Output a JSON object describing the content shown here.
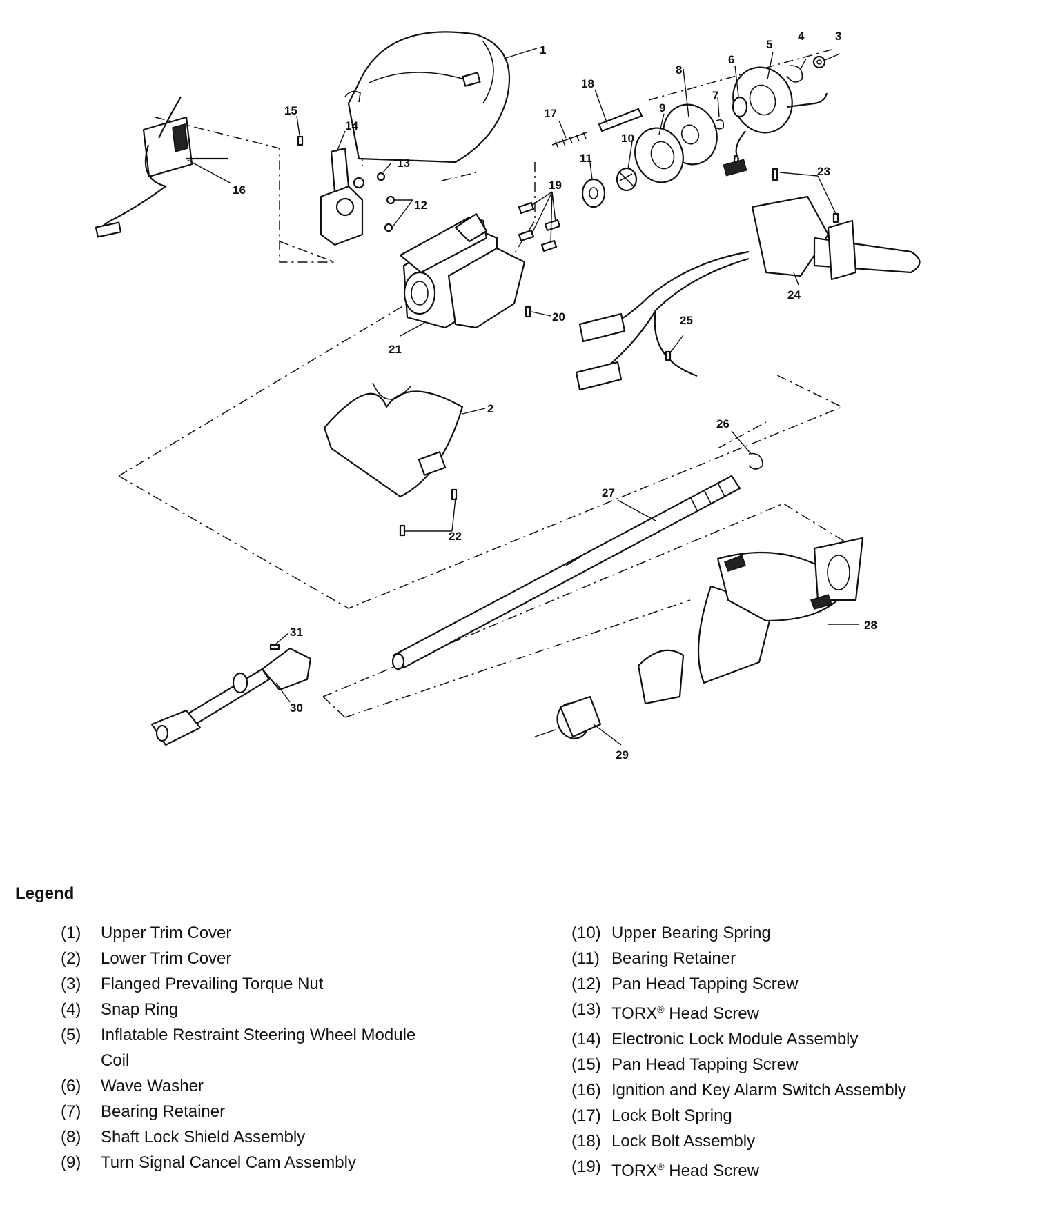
{
  "callouts": [
    "1",
    "2",
    "3",
    "4",
    "5",
    "6",
    "7",
    "8",
    "9",
    "10",
    "11",
    "12",
    "13",
    "14",
    "15",
    "16",
    "17",
    "18",
    "19",
    "20",
    "21",
    "22",
    "23",
    "24",
    "25",
    "26",
    "27",
    "28",
    "29",
    "30",
    "31"
  ],
  "legend": {
    "title": "Legend",
    "left": [
      {
        "num": "(1)",
        "text": "Upper Trim Cover"
      },
      {
        "num": "(2)",
        "text": "Lower Trim Cover"
      },
      {
        "num": "(3)",
        "text": "Flanged Prevailing Torque Nut"
      },
      {
        "num": "(4)",
        "text": "Snap Ring"
      },
      {
        "num": "(5)",
        "text": "Inflatable Restraint Steering Wheel Module Coil"
      },
      {
        "num": "(6)",
        "text": "Wave Washer"
      },
      {
        "num": "(7)",
        "text": "Bearing Retainer"
      },
      {
        "num": "(8)",
        "text": "Shaft Lock Shield Assembly"
      },
      {
        "num": "(9)",
        "text": "Turn Signal Cancel Cam Assembly"
      }
    ],
    "right": [
      {
        "num": "(10)",
        "text": "Upper Bearing Spring"
      },
      {
        "num": "(11)",
        "text": "Bearing Retainer"
      },
      {
        "num": "(12)",
        "text": "Pan Head Tapping Screw"
      },
      {
        "num": "(13)",
        "text": "TORX® Head Screw"
      },
      {
        "num": "(14)",
        "text": "Electronic Lock Module Assembly"
      },
      {
        "num": "(15)",
        "text": "Pan Head Tapping Screw"
      },
      {
        "num": "(16)",
        "text": "Ignition and Key Alarm Switch Assembly"
      },
      {
        "num": "(17)",
        "text": "Lock Bolt Spring"
      },
      {
        "num": "(18)",
        "text": "Lock Bolt Assembly"
      },
      {
        "num": "(19)",
        "text": "TORX® Head Screw"
      }
    ]
  }
}
